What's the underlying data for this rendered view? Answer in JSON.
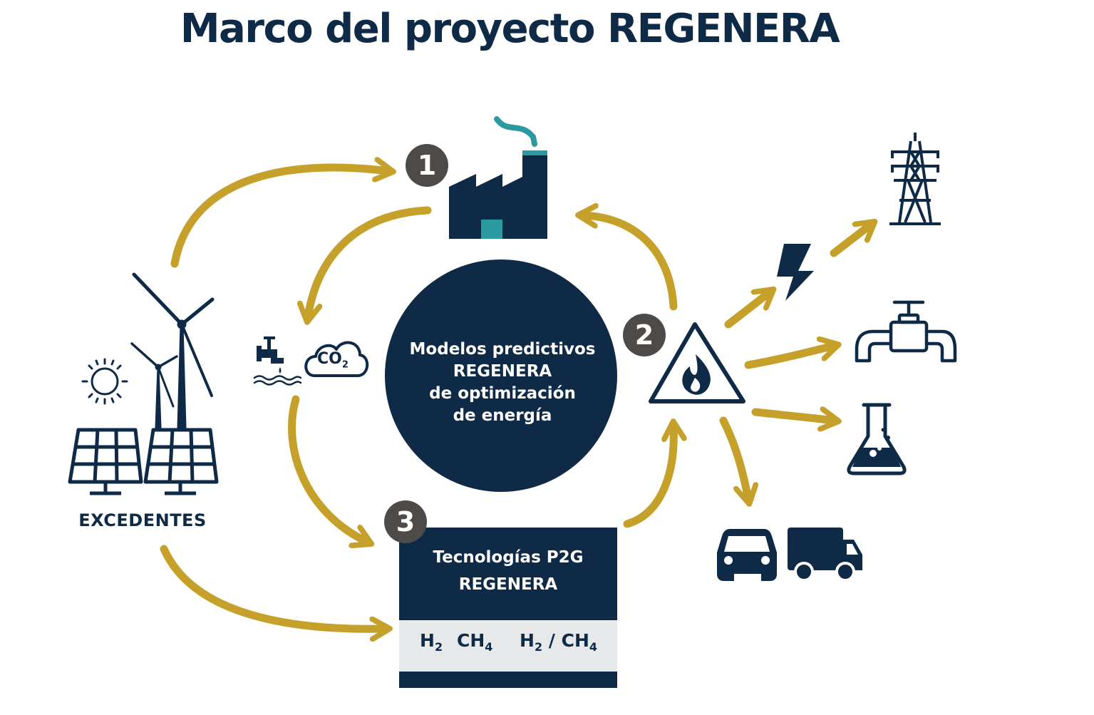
{
  "title": "Marco del proyecto REGENERA",
  "center": {
    "lines": [
      "Modelos predictivos",
      "REGENERA",
      "de optimización",
      "de energía"
    ]
  },
  "p2g": {
    "title_lines": [
      "Tecnologías P2G",
      "REGENERA"
    ],
    "products": [
      {
        "base": "H",
        "sub": "2",
        "tail": ""
      },
      {
        "base": "CH",
        "sub": "4",
        "tail": ""
      },
      {
        "base": "H",
        "sub": "2",
        "tail": " / CH",
        "sub2": "4"
      }
    ]
  },
  "steps": [
    "1",
    "2",
    "3"
  ],
  "source_label": "EXCEDENTES",
  "co2_label": {
    "base": "CO",
    "sub": "2"
  },
  "icons": {
    "factory": "factory-icon",
    "sun": "sun-icon",
    "wind": "wind-turbine-icon",
    "solar": "solar-panel-icon",
    "water": "water-tap-icon",
    "co2": "co2-cloud-icon",
    "flame": "flammable-warning-icon",
    "lightning": "lightning-icon",
    "tower": "power-tower-icon",
    "pipe": "gas-pipe-valve-icon",
    "flask": "chemical-flask-icon",
    "car": "car-icon",
    "truck": "truck-icon"
  },
  "colors": {
    "navy": "#0e2a47",
    "teal": "#2a9aa0",
    "gold": "#c5a02a",
    "badge": "#4d4a48",
    "gray_band": "#e7e8ea"
  }
}
